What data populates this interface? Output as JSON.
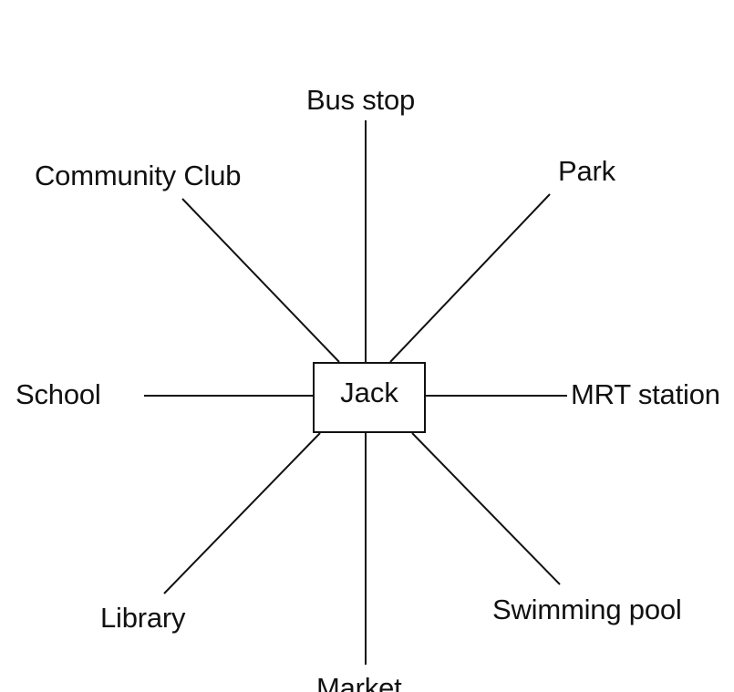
{
  "center": {
    "label": "Jack"
  },
  "labels": {
    "bus_stop": "Bus stop",
    "community_club": "Community Club",
    "park": "Park",
    "school": "School",
    "mrt_station": "MRT station",
    "library": "Library",
    "market": "Market",
    "swimming_pool": "Swimming pool"
  },
  "colors": {
    "ink": "#111111",
    "background": "#ffffff"
  }
}
